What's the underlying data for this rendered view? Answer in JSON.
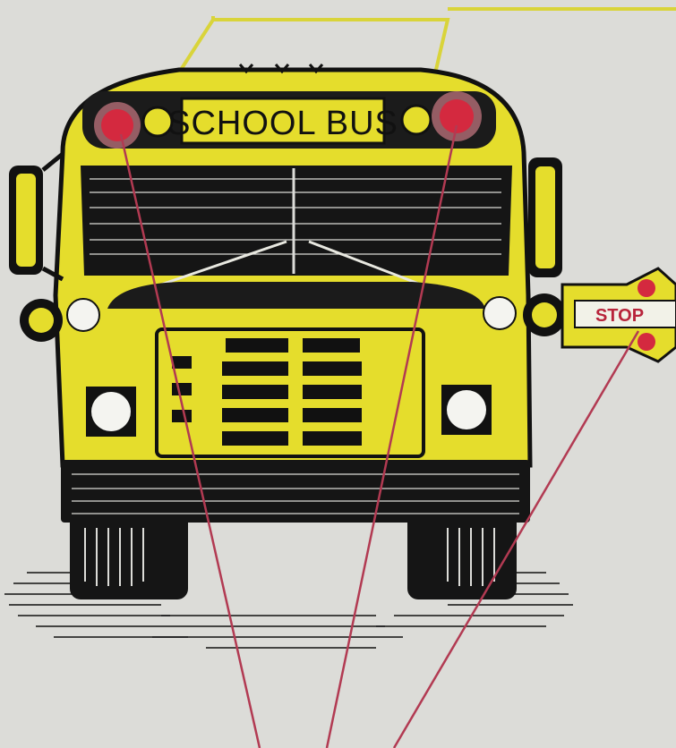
{
  "bus": {
    "sign_label": "SCHOOL BUS"
  },
  "stop_arm": {
    "label": "STOP"
  },
  "colors": {
    "background": "#dcdcd8",
    "bus_yellow": "#e5dd2c",
    "ink": "#111111",
    "warning_red": "#d4293f",
    "pointer_line": "#b23a52",
    "callout_line": "#d9d43a",
    "stop_sign_fill": "#f2f2e8"
  },
  "icons": [
    "school-bus",
    "stop-sign",
    "warning-light"
  ]
}
